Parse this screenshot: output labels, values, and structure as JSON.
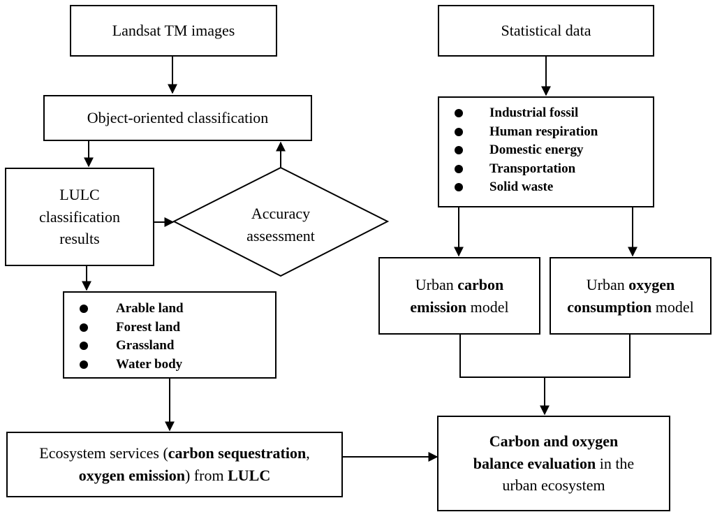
{
  "nodes": {
    "landsat": "Landsat TM images",
    "statistical": "Statistical data",
    "object_oriented": "Object-oriented classification",
    "lulc_results": [
      "LULC",
      "classification",
      "results"
    ],
    "accuracy": [
      "Accuracy",
      "assessment"
    ],
    "land_types": [
      "Arable land",
      "Forest land",
      "Grassland",
      "Water body"
    ],
    "emission_sources": [
      "Industrial fossil",
      "Human respiration",
      "Domestic energy",
      "Transportation",
      "Solid waste"
    ],
    "carbon_model": {
      "line1_plain": "Urban ",
      "line1_bold": "carbon",
      "line2_bold": "emission",
      "line2_plain": " model"
    },
    "oxygen_model": {
      "line1_plain": "Urban ",
      "line1_bold": "oxygen",
      "line2_bold": "consumption",
      "line2_plain": " model"
    },
    "ecosystem_services": {
      "p1": "Ecosystem services (",
      "b1": "carbon sequestration",
      "p2": ",",
      "b2": "oxygen emission",
      "p3": ") from ",
      "b3": "LULC"
    },
    "balance": {
      "b1": "Carbon and oxygen",
      "b2": "balance evaluation",
      "p1": " in the",
      "p2": "urban ecosystem"
    }
  }
}
